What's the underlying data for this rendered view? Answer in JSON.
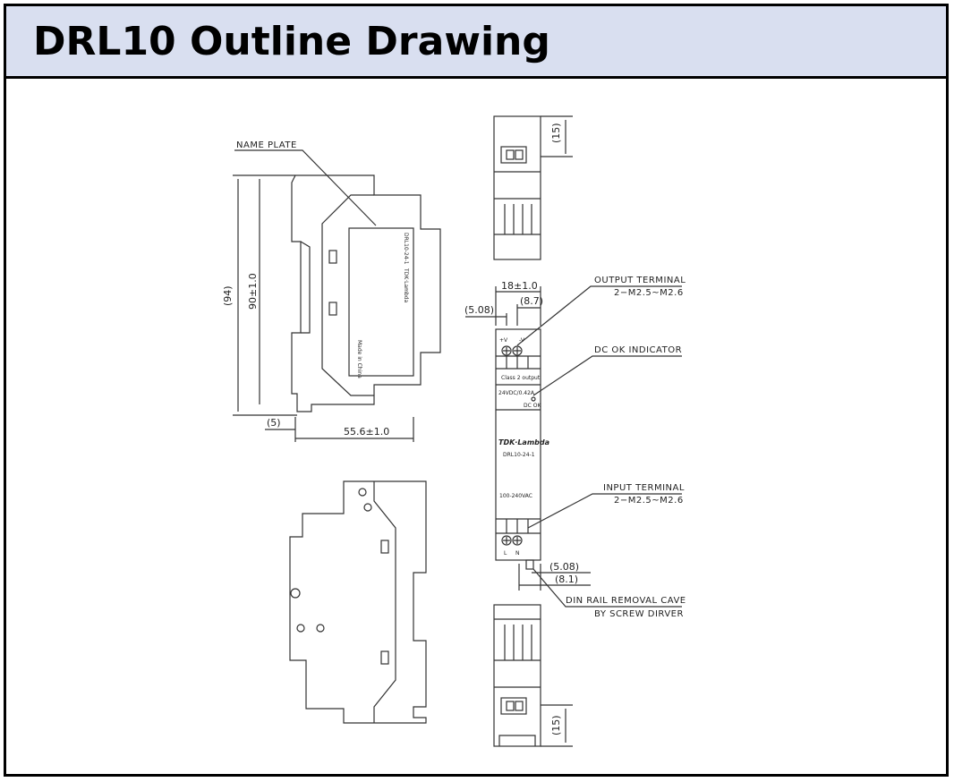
{
  "header": {
    "title": "DRL10 Outline Drawing"
  },
  "labels": {
    "name_plate": "NAME PLATE",
    "output_terminal": "OUTPUT TERMINAL",
    "output_terminal_spec": "2−M2.5~M2.6",
    "dc_ok_indicator": "DC OK INDICATOR",
    "input_terminal": "INPUT TERMINAL",
    "input_terminal_spec": "2−M2.5~M2.6",
    "din_rail_line1": "DIN RAIL REMOVAL CAVE",
    "din_rail_line2": "BY SCREW DIRVER"
  },
  "dimensions": {
    "height_total": "(94)",
    "height_body": "90±1.0",
    "bottom_offset": "(5)",
    "depth": "55.6±1.0",
    "width": "18±1.0",
    "terminal_pitch_top": "(8.7)",
    "terminal_offset_top": "(5.08)",
    "terminal_offset_bottom": "(5.08)",
    "terminal_pitch_bottom": "(8.1)",
    "top_view_depth": "(15)",
    "bottom_view_depth": "(15)"
  },
  "front_panel": {
    "class_text": "Class 2 output",
    "rating": "24VDC/0.42A",
    "dc_ok": "DC OK",
    "brand": "TDK·Lambda",
    "model": "DRL10-24-1",
    "input_rating": "100-240VAC",
    "plus": "+V",
    "minus": "-V",
    "l": "L",
    "n": "N"
  },
  "nameplate": {
    "model": "DRL10-24-1",
    "brand": "TDK·Lambda",
    "made_in": "Made in China"
  }
}
